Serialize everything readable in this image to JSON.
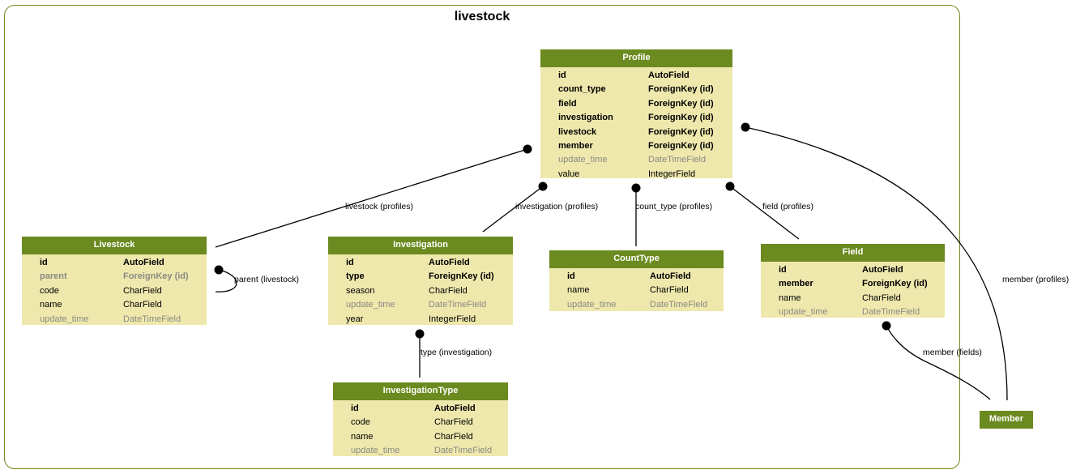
{
  "diagram": {
    "title": "livestock",
    "models": {
      "profile": {
        "name": "Profile",
        "fields": [
          {
            "name": "id",
            "type": "AutoField",
            "style": "bold"
          },
          {
            "name": "count_type",
            "type": "ForeignKey (id)",
            "style": "bold"
          },
          {
            "name": "field",
            "type": "ForeignKey (id)",
            "style": "bold"
          },
          {
            "name": "investigation",
            "type": "ForeignKey (id)",
            "style": "bold"
          },
          {
            "name": "livestock",
            "type": "ForeignKey (id)",
            "style": "bold"
          },
          {
            "name": "member",
            "type": "ForeignKey (id)",
            "style": "bold"
          },
          {
            "name": "update_time",
            "type": "DateTimeField",
            "style": "muted"
          },
          {
            "name": "value",
            "type": "IntegerField",
            "style": "normal"
          }
        ]
      },
      "livestock": {
        "name": "Livestock",
        "fields": [
          {
            "name": "id",
            "type": "AutoField",
            "style": "bold"
          },
          {
            "name": "parent",
            "type": "ForeignKey (id)",
            "style": "boldmuted"
          },
          {
            "name": "code",
            "type": "CharField",
            "style": "normal"
          },
          {
            "name": "name",
            "type": "CharField",
            "style": "normal"
          },
          {
            "name": "update_time",
            "type": "DateTimeField",
            "style": "muted"
          }
        ]
      },
      "investigation": {
        "name": "Investigation",
        "fields": [
          {
            "name": "id",
            "type": "AutoField",
            "style": "bold"
          },
          {
            "name": "type",
            "type": "ForeignKey (id)",
            "style": "bold"
          },
          {
            "name": "season",
            "type": "CharField",
            "style": "normal"
          },
          {
            "name": "update_time",
            "type": "DateTimeField",
            "style": "muted"
          },
          {
            "name": "year",
            "type": "IntegerField",
            "style": "normal"
          }
        ]
      },
      "counttype": {
        "name": "CountType",
        "fields": [
          {
            "name": "id",
            "type": "AutoField",
            "style": "bold"
          },
          {
            "name": "name",
            "type": "CharField",
            "style": "normal"
          },
          {
            "name": "update_time",
            "type": "DateTimeField",
            "style": "muted"
          }
        ]
      },
      "field": {
        "name": "Field",
        "fields": [
          {
            "name": "id",
            "type": "AutoField",
            "style": "bold"
          },
          {
            "name": "member",
            "type": "ForeignKey (id)",
            "style": "bold"
          },
          {
            "name": "name",
            "type": "CharField",
            "style": "normal"
          },
          {
            "name": "update_time",
            "type": "DateTimeField",
            "style": "muted"
          }
        ]
      },
      "investigationtype": {
        "name": "InvestigationType",
        "fields": [
          {
            "name": "id",
            "type": "AutoField",
            "style": "bold"
          },
          {
            "name": "code",
            "type": "CharField",
            "style": "normal"
          },
          {
            "name": "name",
            "type": "CharField",
            "style": "normal"
          },
          {
            "name": "update_time",
            "type": "DateTimeField",
            "style": "muted"
          }
        ]
      },
      "member": {
        "name": "Member"
      }
    },
    "relations": {
      "livestock_profiles": "livestock (profiles)",
      "investigation_profiles": "investigation (profiles)",
      "count_type_profiles": "count_type (profiles)",
      "field_profiles": "field (profiles)",
      "member_profiles": "member (profiles)",
      "parent_livestock": "parent (livestock)",
      "type_investigation": "type (investigation)",
      "member_fields": "member (fields)"
    },
    "colors": {
      "header": "#6b8a1f",
      "body": "#efe8ad",
      "cluster_border": "#6f8a1c",
      "muted_text": "#8a8a82"
    }
  }
}
